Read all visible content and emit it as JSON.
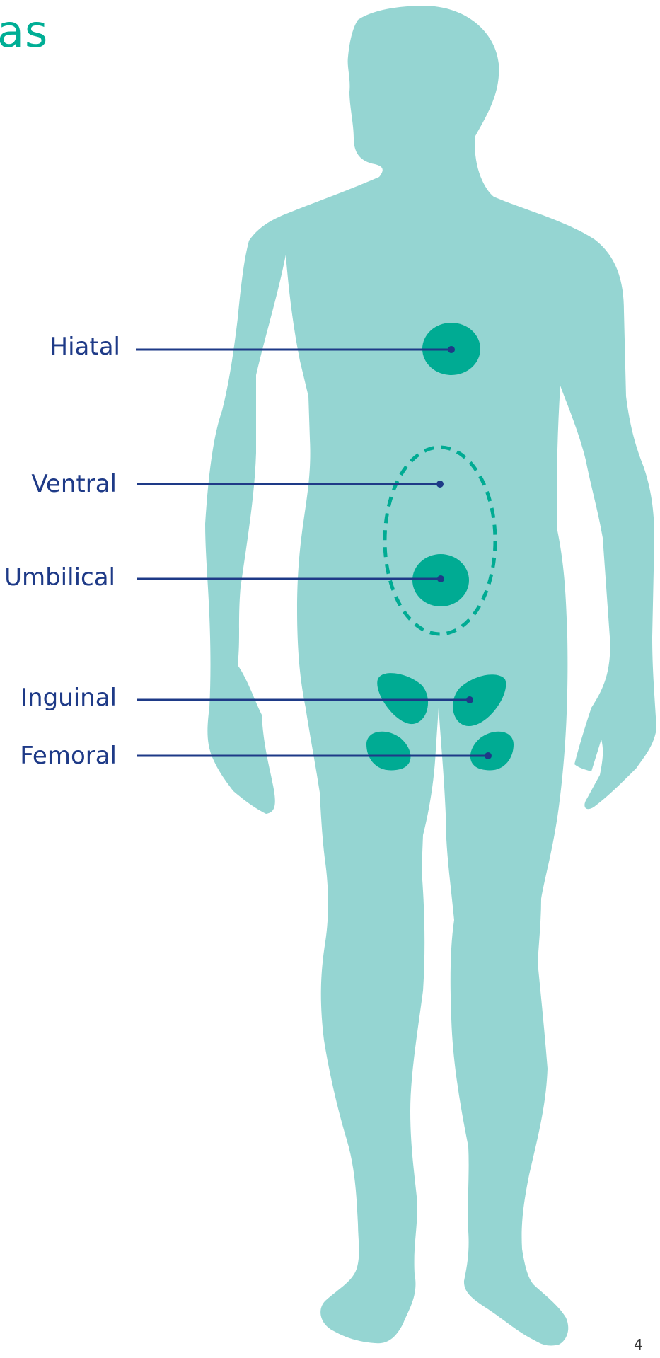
{
  "title_fragment": "as",
  "labels": {
    "hiatal": "Hiatal",
    "ventral": "Ventral",
    "umbilical": "Umbilical",
    "inguinal": "Inguinal",
    "femoral": "Femoral"
  },
  "page_number": "4",
  "colors": {
    "body": "#95d5d2",
    "hernia": "#00ab93",
    "line": "#1e3a87",
    "accent": "#00ae95"
  }
}
